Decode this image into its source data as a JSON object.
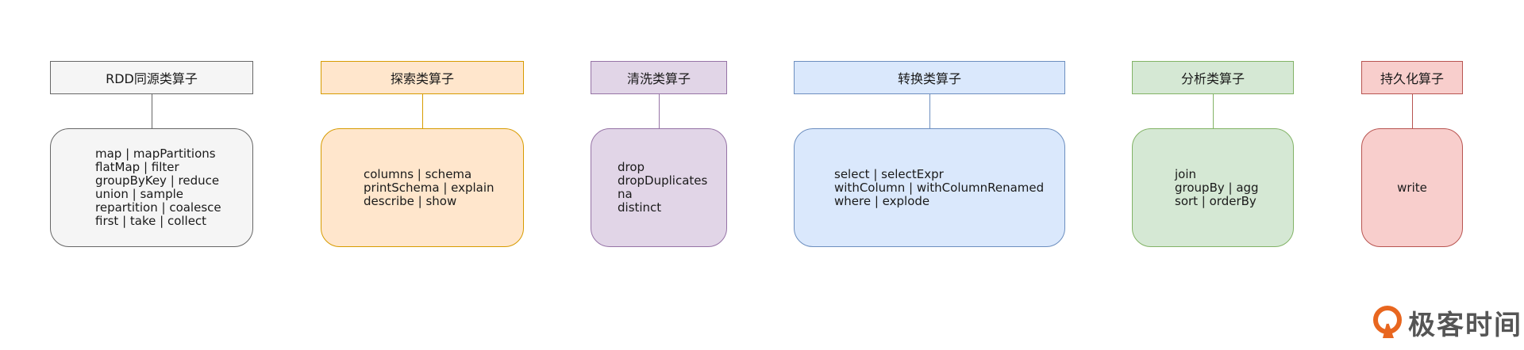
{
  "colors": {
    "gray": {
      "fill": "#f5f5f5",
      "stroke": "#666666"
    },
    "orange": {
      "fill": "#ffe6cc",
      "stroke": "#d79b00"
    },
    "purple": {
      "fill": "#e1d5e7",
      "stroke": "#9673a6"
    },
    "blue": {
      "fill": "#dae8fc",
      "stroke": "#6c8ebf"
    },
    "green": {
      "fill": "#d5e8d4",
      "stroke": "#82b366"
    },
    "red": {
      "fill": "#f8cecc",
      "stroke": "#b85450"
    },
    "brand": "#e8661f"
  },
  "groups": [
    {
      "title": "RDD同源类算子",
      "color": "gray",
      "items": [
        "map | mapPartitions",
        "flatMap | filter",
        "groupByKey | reduce",
        "union | sample",
        "repartition | coalesce",
        "first | take | collect"
      ]
    },
    {
      "title": "探索类算子",
      "color": "orange",
      "items": [
        "columns | schema",
        "printSchema | explain",
        "describe | show"
      ]
    },
    {
      "title": "清洗类算子",
      "color": "purple",
      "items": [
        "drop",
        "dropDuplicates",
        "na",
        "distinct"
      ]
    },
    {
      "title": "转换类算子",
      "color": "blue",
      "items": [
        "select | selectExpr",
        "withColumn | withColumnRenamed",
        "where | explode"
      ]
    },
    {
      "title": "分析类算子",
      "color": "green",
      "items": [
        "join",
        "groupBy | agg",
        "sort | orderBy"
      ]
    },
    {
      "title": "持久化算子",
      "color": "red",
      "items": [
        "write"
      ]
    }
  ],
  "logo": {
    "text": "极客时间",
    "icon": "geektime-logo-icon"
  }
}
